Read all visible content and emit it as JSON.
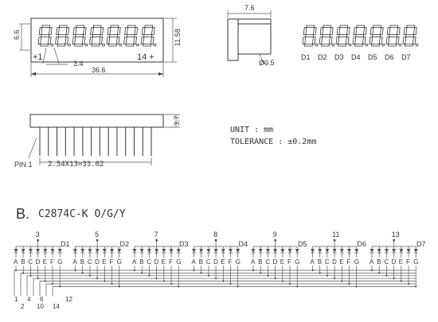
{
  "front_view": {
    "dim_height": "6.6",
    "dim_total_height": "11.58",
    "pin_left_label": "+1",
    "pin_right_label": "14 +",
    "dim_pitch": "3.4",
    "dim_width": "36.6"
  },
  "side_view": {
    "dim_depth": "7.6",
    "dim_pin_diameter": "Ø0.5"
  },
  "digit_view": {
    "digit_labels": [
      "D1",
      "D2",
      "D3",
      "D4",
      "D5",
      "D6",
      "D7"
    ]
  },
  "bottom_view": {
    "dim_pin_length": "3.7",
    "pin1_label": "PIN 1",
    "dim_pin_span": "2.54X13=33.02"
  },
  "notes": {
    "unit": "UNIT : mm",
    "tolerance": "TOLERANCE : ±0.2mm"
  },
  "circuit": {
    "section_letter": "B.",
    "part_title": "C2874C-K O/G/Y",
    "digit_labels": [
      "D1",
      "D2",
      "D3",
      "D4",
      "D5",
      "D6",
      "D7"
    ],
    "common_pins": [
      "3",
      "5",
      "7",
      "8",
      "9",
      "11",
      "13"
    ],
    "segment_letters": [
      "A",
      "B",
      "C",
      "D",
      "E",
      "F",
      "G"
    ],
    "segment_pins_row1": [
      "1",
      "4",
      "6",
      "12"
    ],
    "segment_pins_row2": [
      "2",
      "10",
      "14"
    ]
  }
}
